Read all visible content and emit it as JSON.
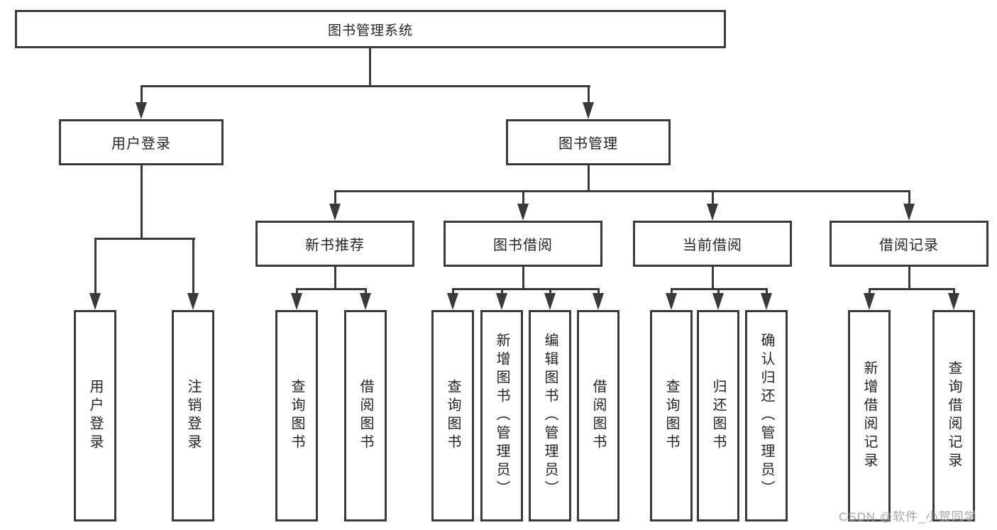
{
  "tree": {
    "root": {
      "label": "图书管理系统"
    },
    "branches": [
      {
        "label": "用户登录",
        "children": [
          {
            "label": "用户登录"
          },
          {
            "label": "注销登录"
          }
        ]
      },
      {
        "label": "图书管理",
        "children": [
          {
            "label": "新书推荐",
            "children": [
              {
                "label": "查询图书"
              },
              {
                "label": "借阅图书"
              }
            ]
          },
          {
            "label": "图书借阅",
            "children": [
              {
                "label": "查询图书"
              },
              {
                "label": "新增图书（管理员）"
              },
              {
                "label": "编辑图书（管理员）"
              },
              {
                "label": "借阅图书"
              }
            ]
          },
          {
            "label": "当前借阅",
            "children": [
              {
                "label": "查询图书"
              },
              {
                "label": "归还图书"
              },
              {
                "label": "确认归还（管理员）"
              }
            ]
          },
          {
            "label": "借阅记录",
            "children": [
              {
                "label": "新增借阅记录"
              },
              {
                "label": "查询借阅记录"
              }
            ]
          }
        ]
      }
    ]
  },
  "watermark": {
    "text": "CSDN @软件_小贺同学"
  },
  "colors": {
    "line": "#3a3a3a",
    "box_background": "#ffffff",
    "text": "#242424",
    "watermark": "#8f8f8f"
  }
}
